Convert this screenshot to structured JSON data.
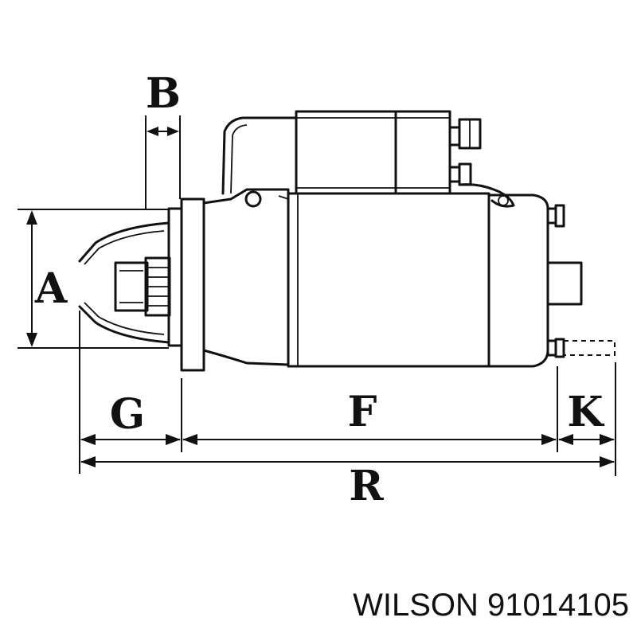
{
  "labels": {
    "a": "A",
    "b": "B",
    "g": "G",
    "f": "F",
    "k": "K",
    "r": "R"
  },
  "caption": "WILSON 91014105"
}
